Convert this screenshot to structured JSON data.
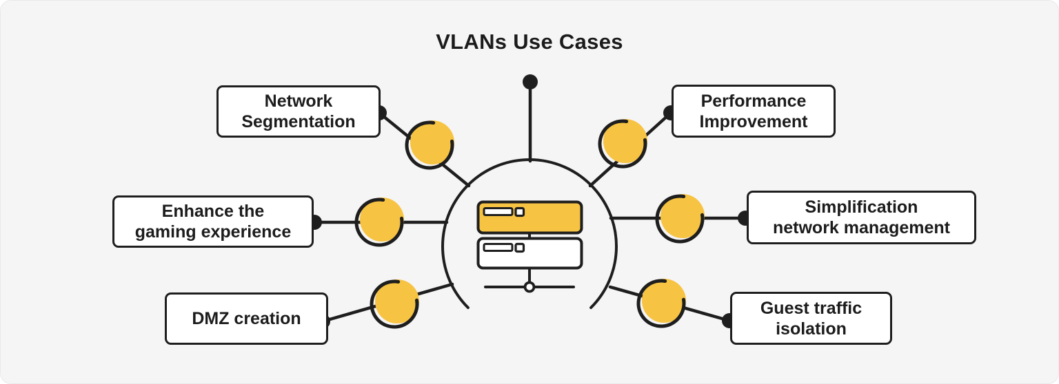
{
  "title": "VLANs Use Cases",
  "colors": {
    "background": "#F5F5F6",
    "stroke": "#1E1E1E",
    "accent_yellow": "#F7C342",
    "box_background": "#FFFFFF",
    "text": "#1C1C1C"
  },
  "center": {
    "icon": "vlan-switch-icon",
    "description": "stacked network switch, top unit highlighted yellow, linked to a network node"
  },
  "use_cases": [
    {
      "id": "network-segmentation",
      "position": "top-left",
      "lines": [
        "Network",
        "Segmentation"
      ]
    },
    {
      "id": "performance-improvement",
      "position": "top-right",
      "lines": [
        "Performance",
        "Improvement"
      ]
    },
    {
      "id": "enhance-gaming-experience",
      "position": "middle-left",
      "lines": [
        "Enhance the",
        "gaming experience"
      ]
    },
    {
      "id": "simplification-network-management",
      "position": "middle-right",
      "lines": [
        "Simplification",
        "network management"
      ]
    },
    {
      "id": "dmz-creation",
      "position": "bottom-left",
      "lines": [
        "DMZ creation"
      ]
    },
    {
      "id": "guest-traffic-isolation",
      "position": "bottom-right",
      "lines": [
        "Guest traffic",
        "isolation"
      ]
    }
  ]
}
